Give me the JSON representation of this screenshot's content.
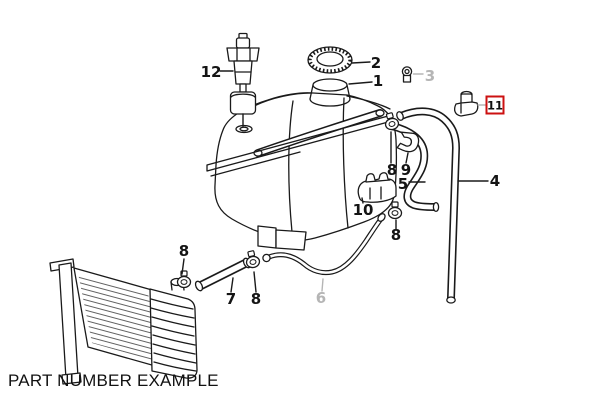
{
  "page": {
    "title": "PART NUMBER EXAMPLE",
    "background": "#ffffff"
  },
  "diagram": {
    "type": "exploded-parts-diagram",
    "subject": "coolant expansion tank, hoses and radiator",
    "line_color": "#1a1a1a",
    "muted_color": "#b5b5b5",
    "highlight_box_color": "#cc1111",
    "highlighted_callout": "11",
    "muted_callouts": [
      "3",
      "6"
    ],
    "callouts": {
      "c1": "1",
      "c2": "2",
      "c3": "3",
      "c4": "4",
      "c5": "5",
      "c6": "6",
      "c7": "7",
      "c8": "8",
      "c9": "9",
      "c10": "10",
      "c11": "11",
      "c12": "12"
    }
  }
}
